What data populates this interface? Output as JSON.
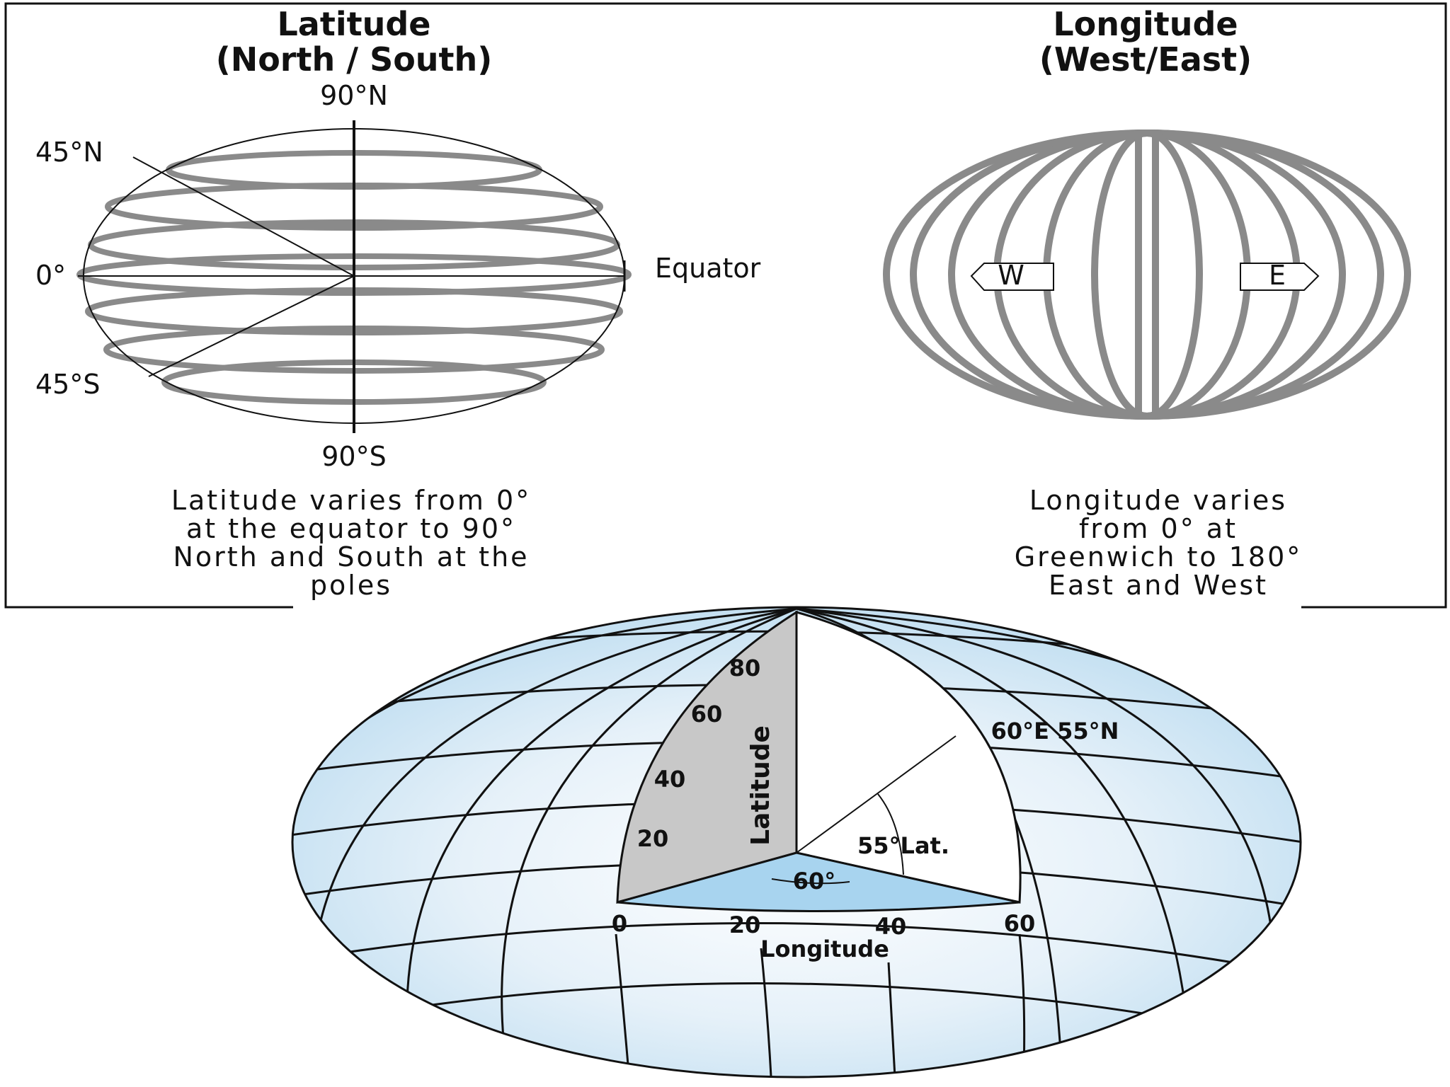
{
  "latitude_panel": {
    "title_line1": "Latitude",
    "title_line2": "(North / South)",
    "label_90n": "90°N",
    "label_45n": "45°N",
    "label_0": "0°",
    "label_45s": "45°S",
    "label_90s": "90°S",
    "label_equator": "Equator",
    "description": [
      "Latitude  varies from 0°",
      "at the equator to 90°",
      "North and South at the",
      "poles"
    ]
  },
  "longitude_panel": {
    "title_line1": "Longitude",
    "title_line2": "(West/East)",
    "label_w": "W",
    "label_e": "E",
    "description": [
      "Longitude  varies",
      "from 0° at",
      "Greenwich to 180°",
      "East and West"
    ]
  },
  "globe_diagram": {
    "lat_ticks": [
      "80",
      "60",
      "40",
      "20"
    ],
    "lat_axis_label": "Latitude",
    "lon_ticks": [
      "0",
      "20",
      "40",
      "60"
    ],
    "lon_axis_label": "Longitude",
    "angle_lon": "60°",
    "angle_lat": "55°Lat.",
    "point_label": "60°E 55°N"
  },
  "colors": {
    "gray_lines": "#8a8a8a",
    "globe_fill": "#dcebf7",
    "lat_wedge": "#c8c8c8",
    "lon_wedge": "#a8d4ef"
  }
}
